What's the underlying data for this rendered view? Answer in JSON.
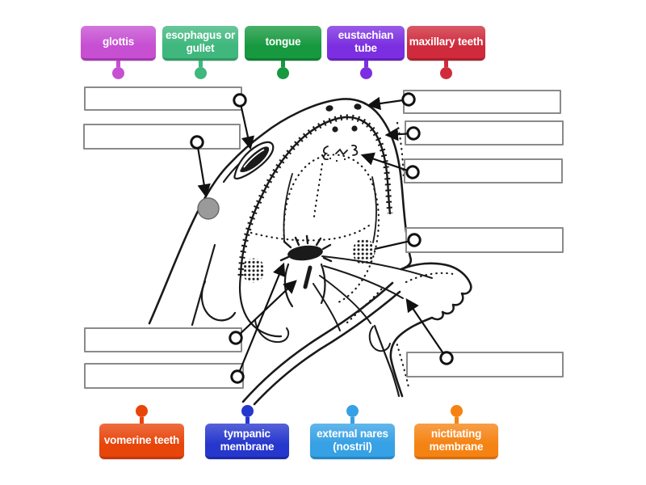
{
  "activity": {
    "diagram_name": "frog-open-mouth-anatomy-line-drawing",
    "ink_color": "#1a1a1a",
    "tympanic_spot_color": "#9a9a9a",
    "slot_border_color": "#8a8a8a",
    "pin_ring_color": "#111111",
    "background_color": "#ffffff"
  },
  "tags": {
    "top": [
      {
        "label": "glottis",
        "color": "#c64fd2",
        "color_dark": "#a437b2"
      },
      {
        "label": "esophagus or gullet",
        "color": "#3fb77d",
        "color_dark": "#2e9a63"
      },
      {
        "label": "tongue",
        "color": "#17993f",
        "color_dark": "#0f7e31"
      },
      {
        "label": "eustachian tube",
        "color": "#7b2fe0",
        "color_dark": "#6420c0"
      },
      {
        "label": "maxillary teeth",
        "color": "#cf2b3c",
        "color_dark": "#ad1f2e"
      }
    ],
    "bottom": [
      {
        "label": "vomerine teeth",
        "color": "#e8450a",
        "color_dark": "#c43708"
      },
      {
        "label": "tympanic membrane",
        "color": "#2637cd",
        "color_dark": "#1b28a8"
      },
      {
        "label": "external nares (nostril)",
        "color": "#36a1e4",
        "color_dark": "#2386c6"
      },
      {
        "label": "nictitating membrane",
        "color": "#f58313",
        "color_dark": "#d86c06"
      }
    ]
  }
}
